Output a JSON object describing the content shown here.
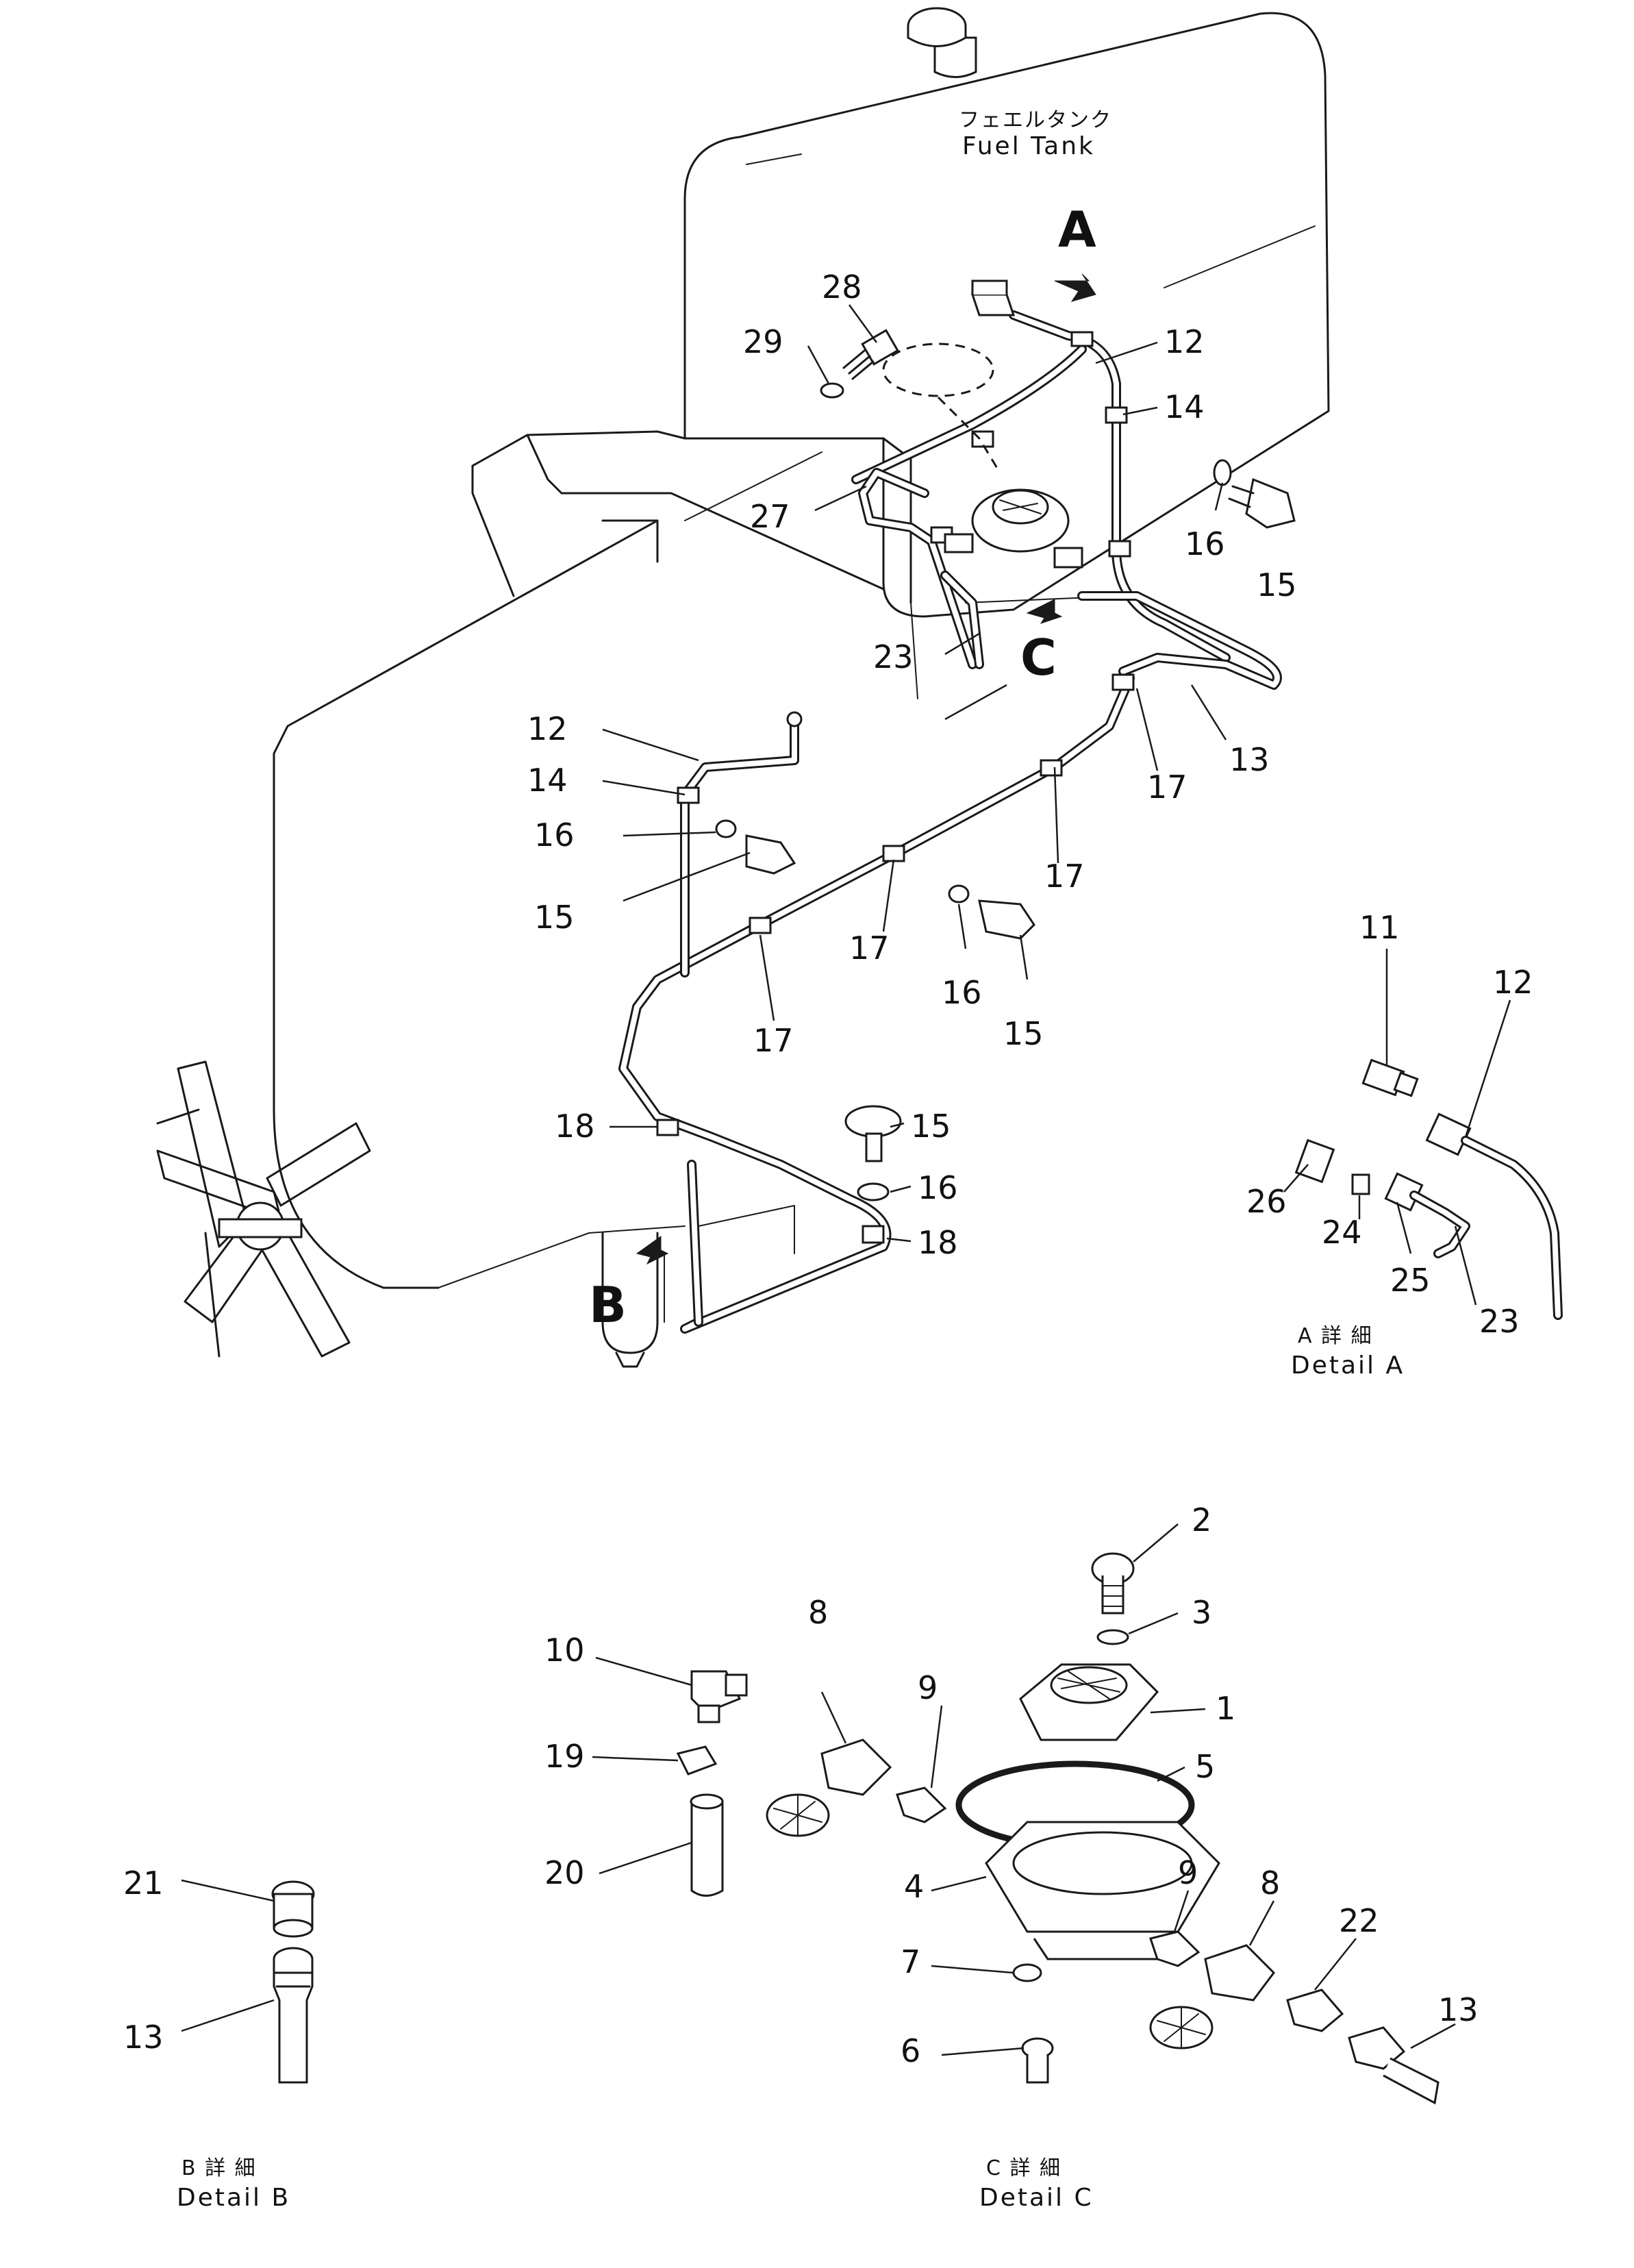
{
  "tank_label": {
    "jp": "フェエルタンク",
    "en": "Fuel Tank"
  },
  "view_markers": {
    "a": "A",
    "b": "B",
    "c": "C"
  },
  "detail_labels": {
    "a": {
      "jp": "A 詳 細",
      "en": "Detail  A"
    },
    "b": {
      "jp": "B 詳 細",
      "en": "Detail  B"
    },
    "c": {
      "jp": "C 詳 細",
      "en": "Detail  C"
    }
  },
  "callouts": {
    "main": [
      "28",
      "29",
      "12",
      "14",
      "27",
      "16",
      "15",
      "23",
      "13",
      "17",
      "12",
      "14",
      "16",
      "15",
      "17",
      "17",
      "16",
      "15",
      "17",
      "18",
      "15",
      "16",
      "18"
    ],
    "detail_a": [
      "11",
      "12",
      "26",
      "24",
      "25",
      "23"
    ],
    "detail_b": [
      "21",
      "13"
    ],
    "detail_c": [
      "2",
      "3",
      "8",
      "9",
      "10",
      "1",
      "19",
      "5",
      "20",
      "4",
      "9",
      "8",
      "22",
      "7",
      "13",
      "6"
    ]
  }
}
